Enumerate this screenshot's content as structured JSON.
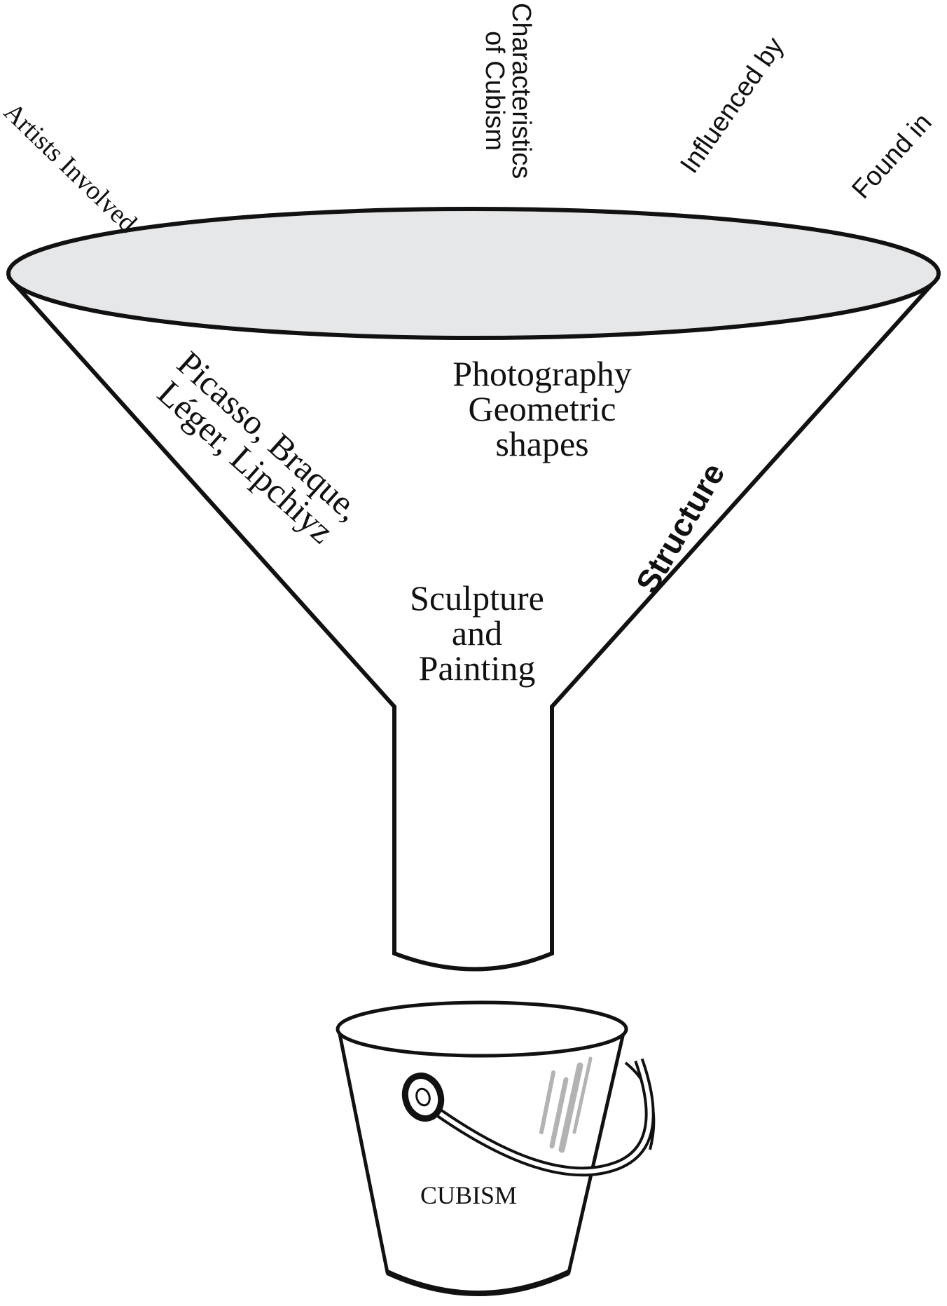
{
  "categories": {
    "artists": "Artists Involved",
    "characteristics_line1": "Characteristics",
    "characteristics_line2": "of Cubism",
    "influenced": "Influenced by",
    "found": "Found in"
  },
  "funnel": {
    "artists_line1": "Picasso, Braque,",
    "artists_line2": "Léger, Lipchiyz",
    "characteristics_line1": "Photography",
    "characteristics_line2": "Geometric",
    "characteristics_line3": "shapes",
    "influenced_value": "Structure",
    "found_line1": "Sculpture",
    "found_line2": "and",
    "found_line3": "Painting"
  },
  "bucket": {
    "label": "CUBISM"
  },
  "colors": {
    "stroke": "#111111",
    "rim_fill": "#e6e7e8",
    "highlight": "#b3b3b3"
  }
}
